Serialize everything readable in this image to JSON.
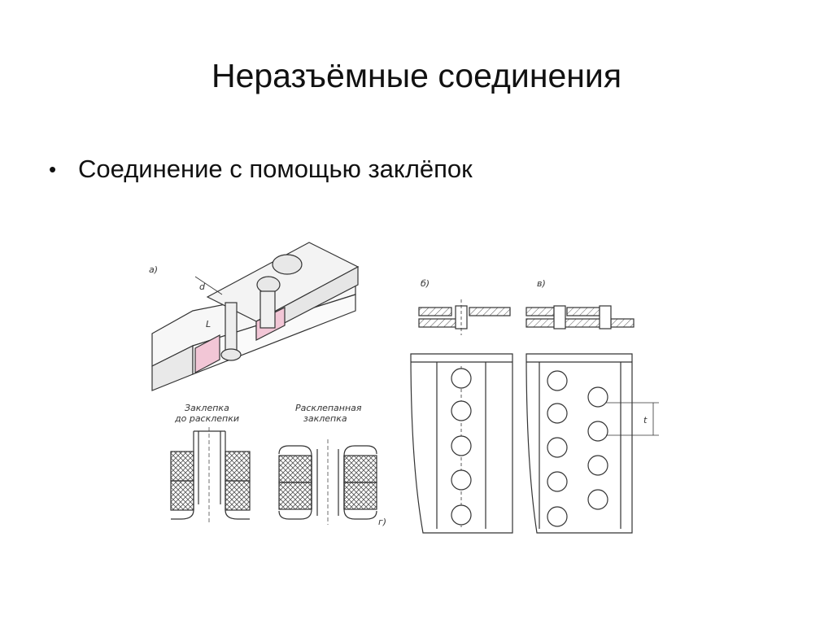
{
  "slide": {
    "title": "Неразъёмные соединения",
    "bullet": "Соединение с помощью заклёпок"
  },
  "figure": {
    "labels": {
      "a": "а)",
      "b": "б)",
      "v": "в)",
      "g": "г)",
      "before_1": "Заклепка",
      "before_2": "до расклепки",
      "after_1": "Расклепанная",
      "after_2": "заклепка",
      "pitch": "t",
      "dim_d": "d",
      "dim_L": "L"
    },
    "colors": {
      "section_fill": "#f2c6d6",
      "line": "#333333",
      "hatch": "#555555"
    }
  }
}
